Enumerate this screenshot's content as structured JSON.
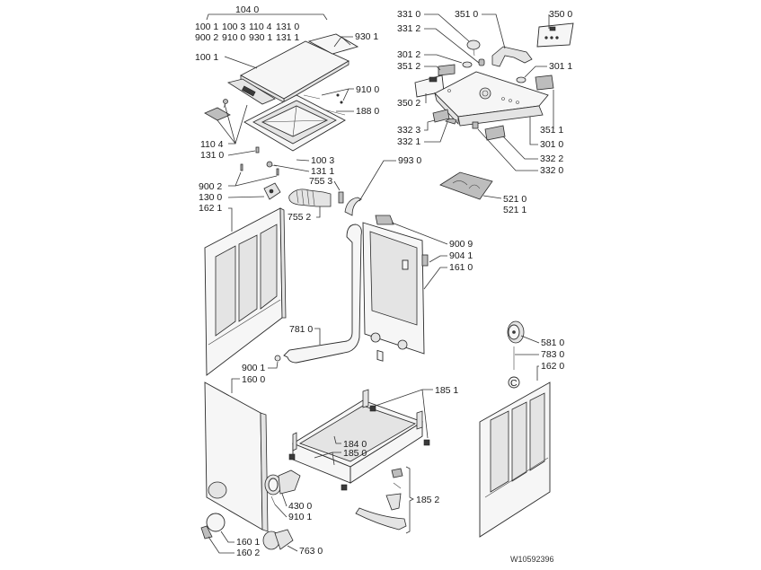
{
  "diagram": {
    "title": "Exploded parts diagram - top-loading washer cabinet",
    "document_id": "W10592396",
    "kit_group": {
      "label": "104 0",
      "contents_row1": [
        "100 1",
        "100 3",
        "110 4",
        "131 0"
      ],
      "contents_row2": [
        "900 2",
        "910 0",
        "930 1",
        "131 1"
      ]
    },
    "callouts": {
      "c9301": "930 1",
      "c1001": "100 1",
      "c9100": "910 0",
      "c1880": "188 0",
      "c1104": "110 4",
      "c1310": "131 0",
      "c1003": "100 3",
      "c1311": "131 1",
      "c9002": "900 2",
      "c7553": "755 3",
      "c1300": "130 0",
      "c1621": "162 1",
      "c7552": "755 2",
      "c9930": "993 0",
      "c3310": "331 0",
      "c3312": "331 2",
      "c3510": "351 0",
      "c3500": "350 0",
      "c3012": "301 2",
      "c3512": "351 2",
      "c3011": "301 1",
      "c3502": "350 2",
      "c3511": "351 1",
      "c3323": "332 3",
      "c3321": "332 1",
      "c3010": "301 0",
      "c3322": "332 2",
      "c3320": "332 0",
      "c5210": "521 0",
      "c5211": "521 1",
      "c9009": "900 9",
      "c9041": "904 1",
      "c1610": "161 0",
      "c7810": "781 0",
      "c9001": "900 1",
      "c1600": "160 0",
      "c5810": "581 0",
      "c7830": "783 0",
      "c1620": "162 0",
      "c1851": "185 1",
      "c1840": "184 0",
      "c1850": "185 0",
      "c4300": "430 0",
      "c9101": "910 1",
      "c1852": "185 2",
      "c1601": "160 1",
      "c1602": "160 2",
      "c7630": "763 0"
    },
    "connector_marker": "C"
  }
}
